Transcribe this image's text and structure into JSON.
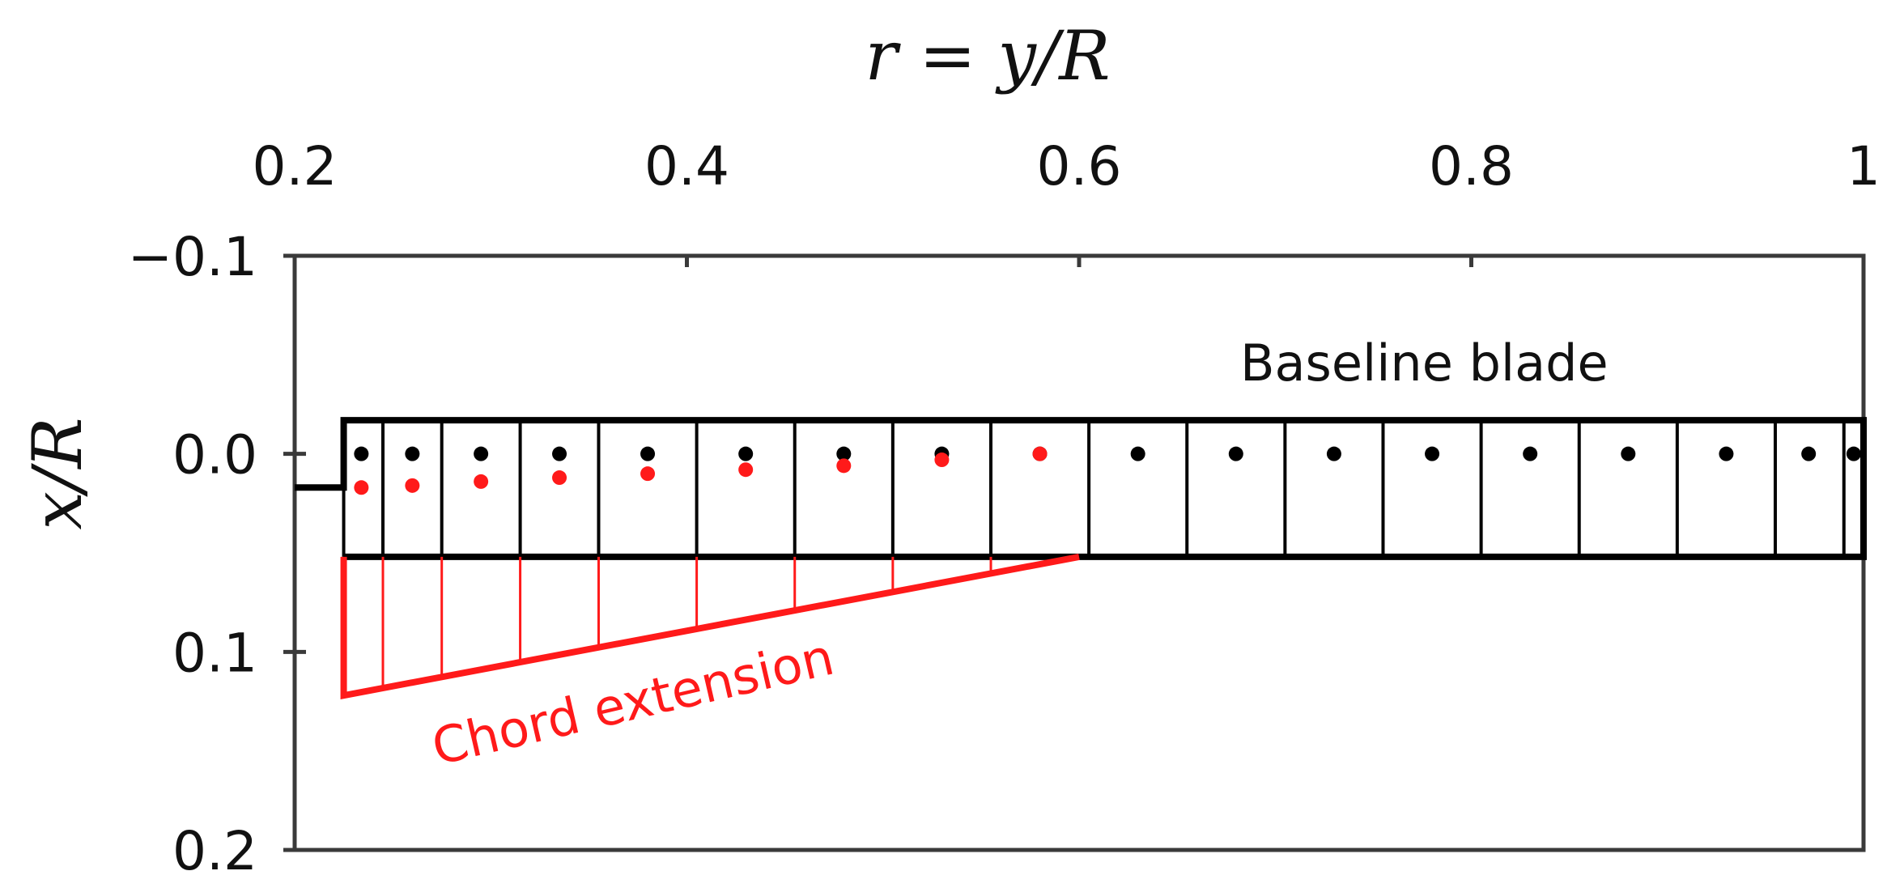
{
  "chart_data": {
    "type": "scatter",
    "title": "",
    "xlabel": "r = y/R",
    "ylabel": "x/R",
    "xlim": [
      0.2,
      1.0
    ],
    "ylim": [
      -0.1,
      0.2
    ],
    "y_inverted": true,
    "x_axis_position": "top",
    "grid": false,
    "x_ticks": [
      {
        "value": 0.2,
        "label": "0.2"
      },
      {
        "value": 0.4,
        "label": "0.4"
      },
      {
        "value": 0.6,
        "label": "0.6"
      },
      {
        "value": 0.8,
        "label": "0.8"
      },
      {
        "value": 1.0,
        "label": "1"
      }
    ],
    "y_ticks": [
      {
        "value": -0.1,
        "label": "−0.1"
      },
      {
        "value": 0.0,
        "label": "0.0"
      },
      {
        "value": 0.1,
        "label": "0.1"
      },
      {
        "value": 0.2,
        "label": "0.2"
      }
    ],
    "baseline_blade": {
      "outline": [
        [
          0.2,
          0.017
        ],
        [
          0.225,
          0.017
        ],
        [
          0.225,
          -0.017
        ],
        [
          1.0,
          -0.017
        ],
        [
          1.0,
          0.052
        ],
        [
          0.225,
          0.052
        ]
      ],
      "section_edges": [
        0.225,
        0.245,
        0.275,
        0.315,
        0.355,
        0.405,
        0.455,
        0.505,
        0.555,
        0.605,
        0.655,
        0.705,
        0.755,
        0.805,
        0.855,
        0.905,
        0.955,
        0.99,
        1.0
      ],
      "color": "#000000"
    },
    "chord_extension": {
      "outline": [
        [
          0.225,
          0.052
        ],
        [
          0.225,
          0.122
        ],
        [
          0.6,
          0.052
        ]
      ],
      "section_edges": [
        0.245,
        0.275,
        0.315,
        0.355,
        0.405,
        0.455,
        0.505,
        0.555
      ],
      "color": "#ff1a1a"
    },
    "series": [
      {
        "color": "#000000",
        "points": [
          [
            0.234,
            0.0
          ],
          [
            0.26,
            0.0
          ],
          [
            0.295,
            0.0
          ],
          [
            0.335,
            0.0
          ],
          [
            0.38,
            0.0
          ],
          [
            0.43,
            0.0
          ],
          [
            0.48,
            0.0
          ],
          [
            0.53,
            0.0
          ],
          [
            0.58,
            0.0
          ],
          [
            0.63,
            0.0
          ],
          [
            0.68,
            0.0
          ],
          [
            0.73,
            0.0
          ],
          [
            0.78,
            0.0
          ],
          [
            0.83,
            0.0
          ],
          [
            0.88,
            0.0
          ],
          [
            0.93,
            0.0
          ],
          [
            0.972,
            0.0
          ],
          [
            0.995,
            0.0
          ]
        ]
      },
      {
        "color": "#ff1a1a",
        "points": [
          [
            0.234,
            0.017
          ],
          [
            0.26,
            0.016
          ],
          [
            0.295,
            0.014
          ],
          [
            0.335,
            0.012
          ],
          [
            0.38,
            0.01
          ],
          [
            0.43,
            0.008
          ],
          [
            0.48,
            0.006
          ],
          [
            0.53,
            0.003
          ],
          [
            0.58,
            0.0
          ]
        ]
      }
    ],
    "annotations": {
      "baseline": "Baseline blade",
      "extension": "Chord extension"
    }
  }
}
